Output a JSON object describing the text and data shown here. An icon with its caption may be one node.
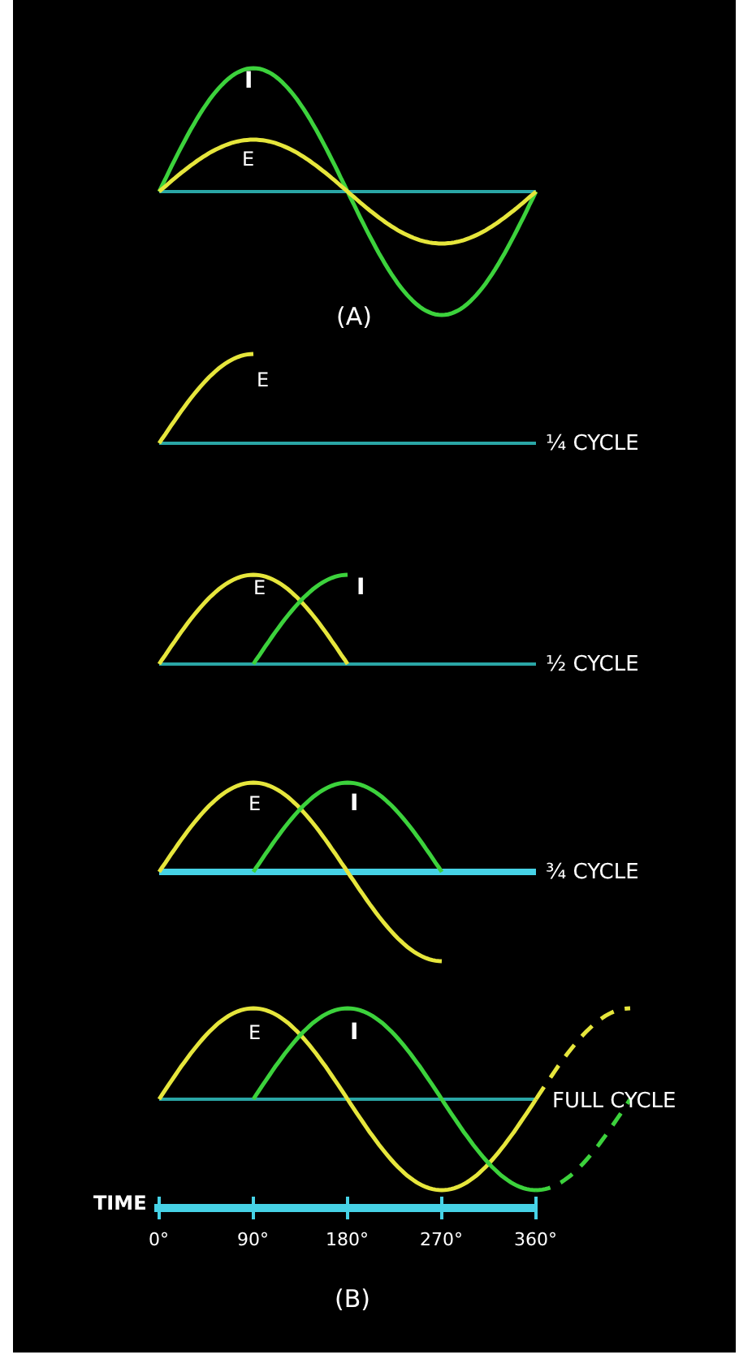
{
  "diagram": {
    "labels": [
      "I",
      "E",
      "(A)",
      "E",
      "¼ CYCLE",
      "E",
      "I",
      "½ CYCLE",
      "E",
      "I",
      "¾ CYCLE",
      "E",
      "I",
      "FULL CYCLE",
      "TIME",
      "0°",
      "90°",
      "180°",
      "270°",
      "360°",
      "(B)"
    ]
  }
}
